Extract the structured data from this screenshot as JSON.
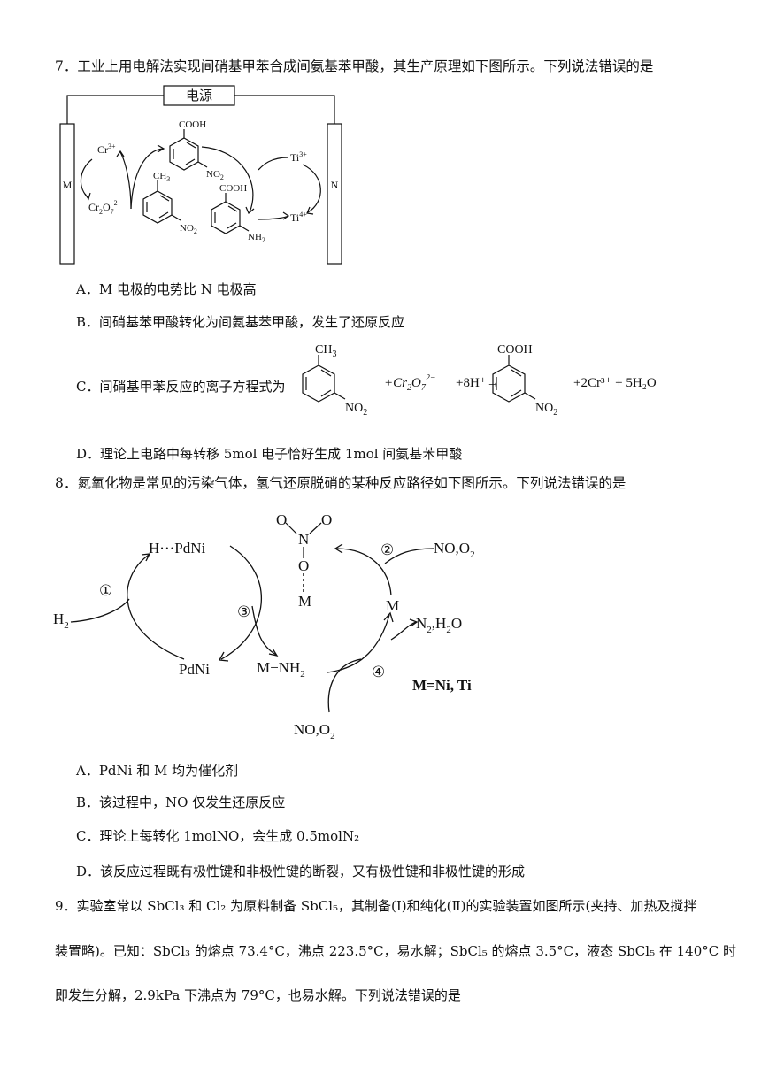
{
  "q7": {
    "stem": "7．工业上用电解法实现间硝基甲苯合成间氨基苯甲酸，其生产原理如下图所示。下列说法错误的是",
    "diagram": {
      "power_label": "电源",
      "electrode_m": "M",
      "electrode_n": "N",
      "cooh": "COOH",
      "ch3": "CH",
      "no2": "NO",
      "nh2": "NH"
    },
    "options": {
      "a": "A．M 电极的电势比 N 电极高",
      "b": "B．间硝基苯甲酸转化为间氨基苯甲酸，发生了还原反应",
      "c_prefix": "C．间硝基甲苯反应的离子方程式为",
      "c_mid": "+8H⁺→",
      "c_tail": "+2Cr³⁺ + 5H₂O",
      "d": "D．理论上电路中每转移 5mol 电子恰好生成 1mol 间氨基苯甲酸"
    }
  },
  "q8": {
    "stem": "8．氮氧化物是常见的污染气体，氢气还原脱硝的某种反应路径如下图所示。下列说法错误的是",
    "diagram": {
      "h_pdni": "H···PdNi",
      "pdni": "PdNi",
      "m_nh2": "M−NH",
      "m": "M",
      "no_o2": "NO,O",
      "n2_h2o": "N",
      "h2": "H",
      "m_def": "M=Ni, Ti",
      "step1": "①",
      "step2": "②",
      "step3": "③",
      "step4": "④"
    },
    "options": {
      "a": "A．PdNi 和 M 均为催化剂",
      "b": "B．该过程中，NO 仅发生还原反应",
      "c": "C．理论上每转化 1molNO，会生成 0.5molN₂",
      "d": "D．该反应过程既有极性键和非极性键的断裂，又有极性键和非极性键的形成"
    }
  },
  "q9": {
    "line1": "9．实验室常以 SbCl₃ 和 Cl₂ 为原料制备 SbCl₅，其制备(Ⅰ)和纯化(Ⅱ)的实验装置如图所示(夹持、加热及搅拌",
    "line2": "装置略)。已知：SbCl₃ 的熔点 73.4°C，沸点 223.5°C，易水解；SbCl₅ 的熔点 3.5°C，液态 SbCl₅ 在 140°C 时",
    "line3": "即发生分解，2.9kPa 下沸点为 79°C，也易水解。下列说法错误的是"
  }
}
